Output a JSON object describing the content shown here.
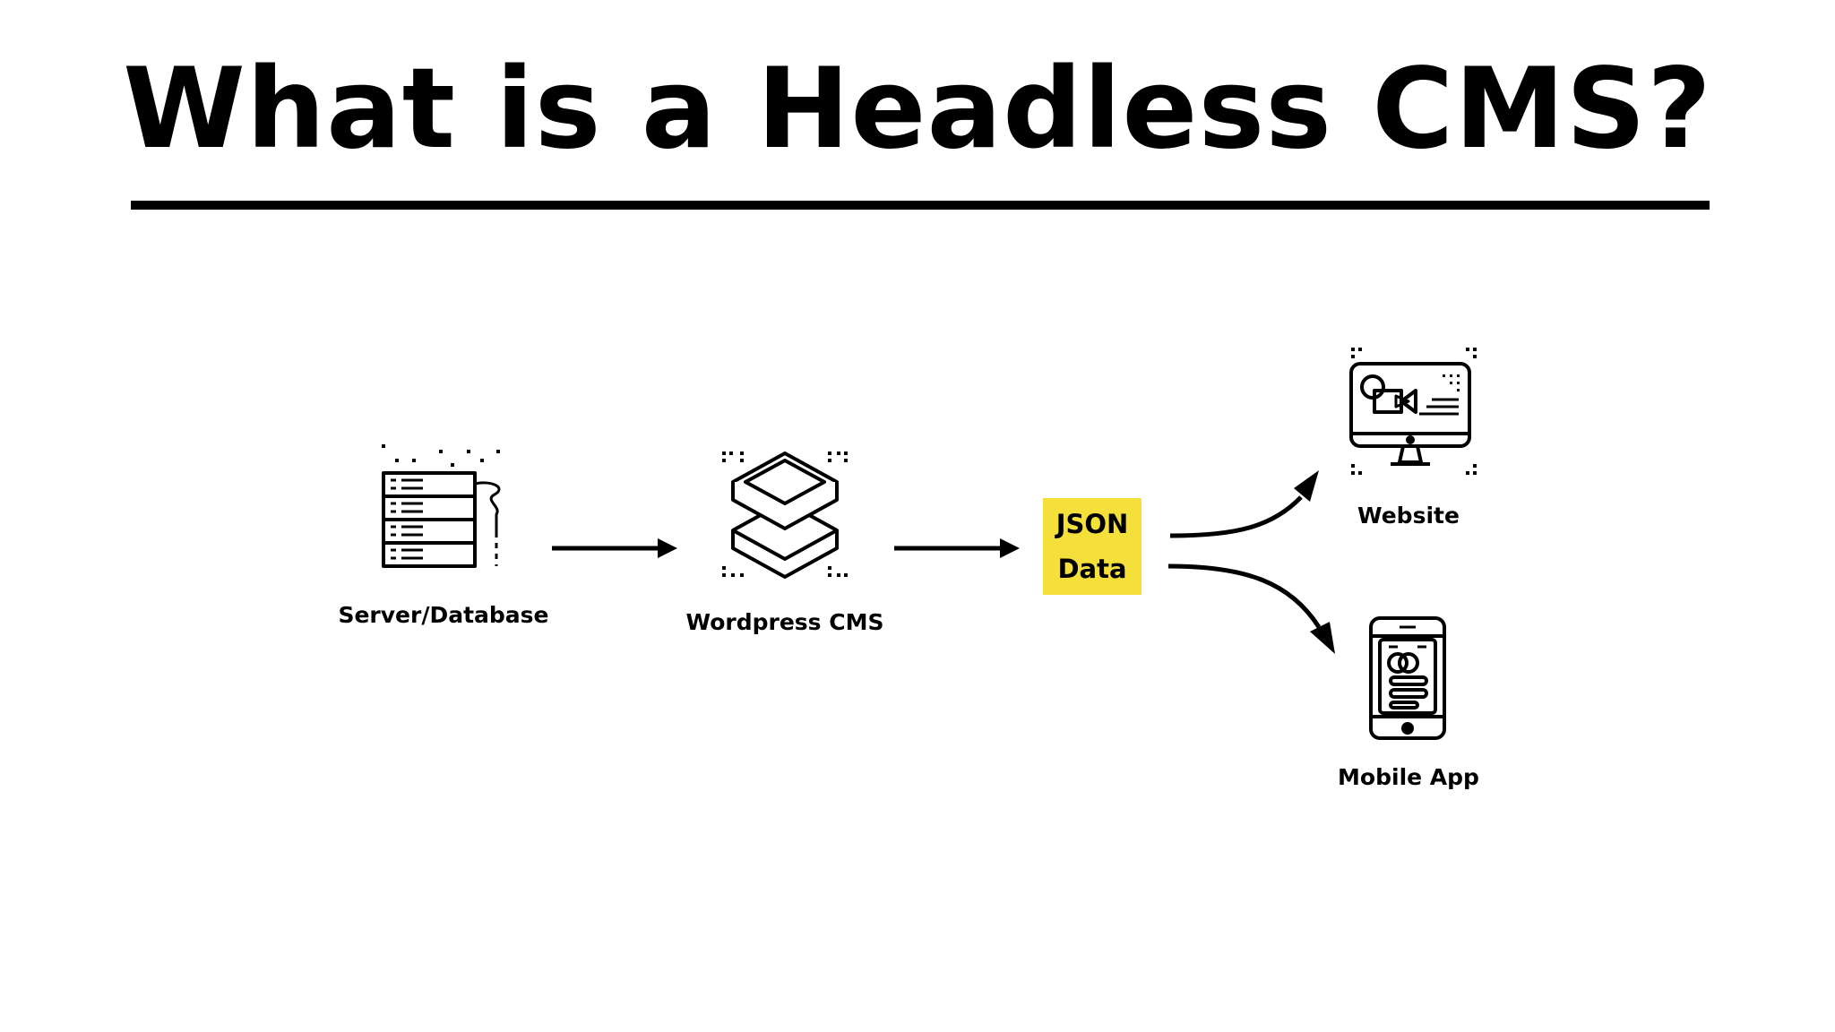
{
  "title": "What is a Headless CMS?",
  "nodes": {
    "server": {
      "label": "Server/Database",
      "icon": "server-icon"
    },
    "cms": {
      "label": "Wordpress CMS",
      "icon": "layers-icon"
    },
    "json": {
      "line1": "JSON",
      "line2": "Data",
      "color": "#f5df3a"
    },
    "website": {
      "label": "Website",
      "icon": "monitor-icon"
    },
    "mobile": {
      "label": "Mobile App",
      "icon": "smartphone-icon"
    }
  },
  "edges": [
    {
      "from": "server",
      "to": "cms"
    },
    {
      "from": "cms",
      "to": "json"
    },
    {
      "from": "json",
      "to": "website"
    },
    {
      "from": "json",
      "to": "mobile"
    }
  ]
}
